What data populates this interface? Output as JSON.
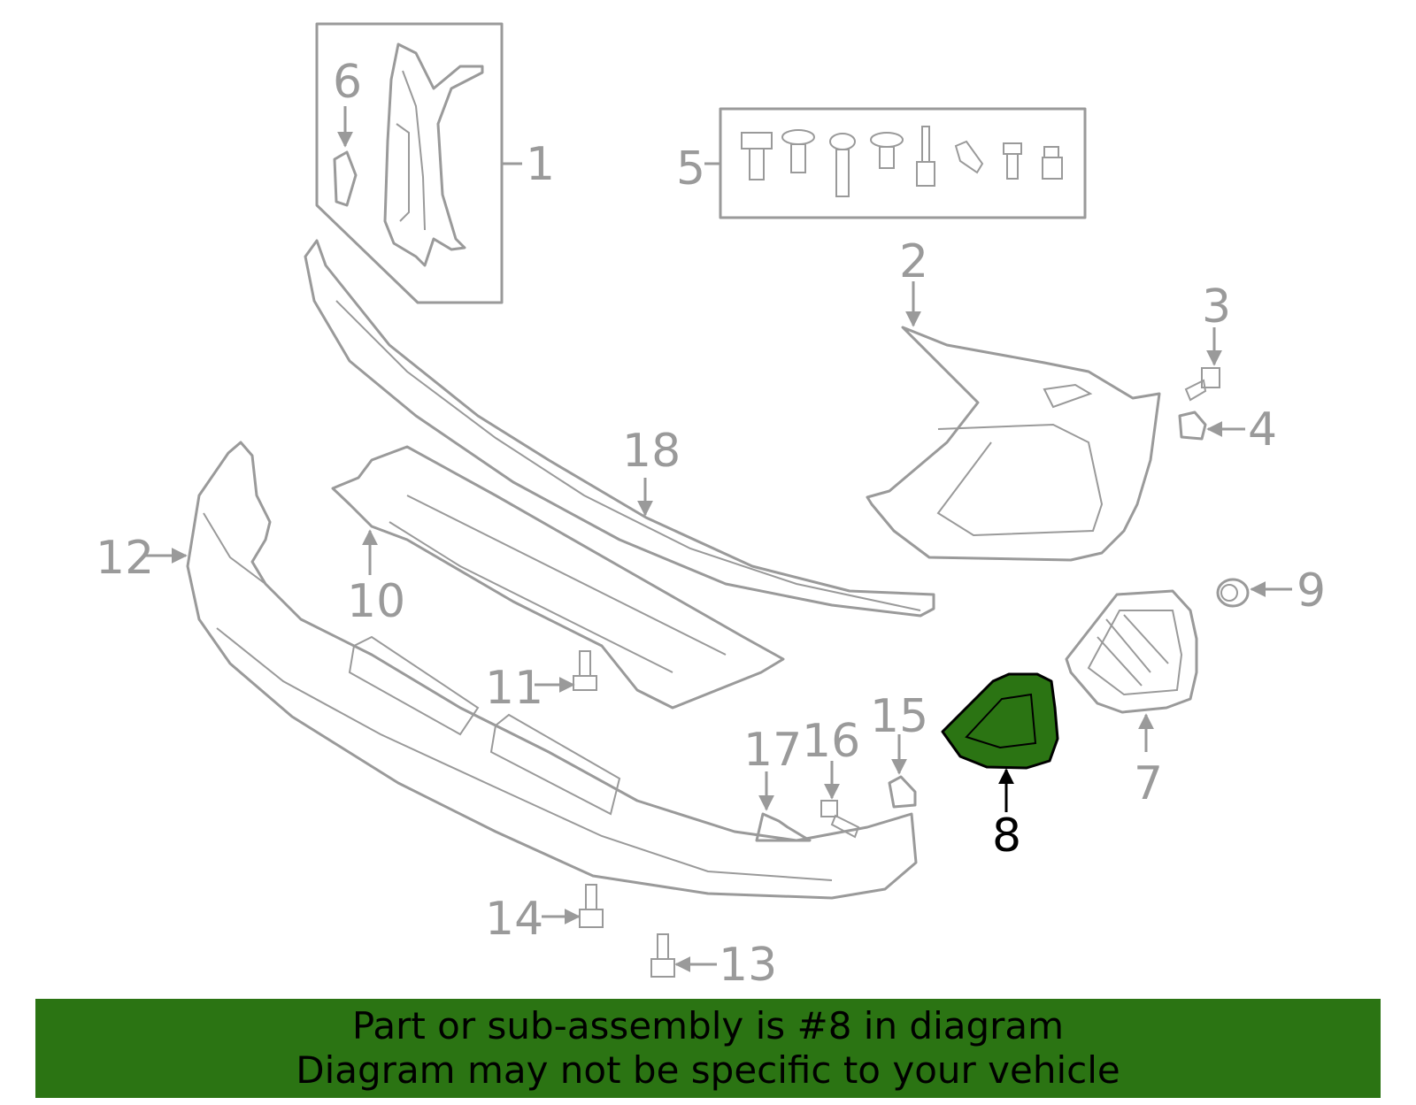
{
  "callouts": {
    "c1": "1",
    "c2": "2",
    "c3": "3",
    "c4": "4",
    "c5": "5",
    "c6": "6",
    "c7": "7",
    "c8": "8",
    "c9": "9",
    "c10": "10",
    "c11": "11",
    "c12": "12",
    "c13": "13",
    "c14": "14",
    "c15": "15",
    "c16": "16",
    "c17": "17",
    "c18": "18"
  },
  "highlight": {
    "part": "8",
    "color": "#2b7413"
  },
  "banner": {
    "line1": "Part or sub-assembly is #8 in diagram",
    "line2": "Diagram may not be specific to your vehicle",
    "color": "#2b7413"
  }
}
